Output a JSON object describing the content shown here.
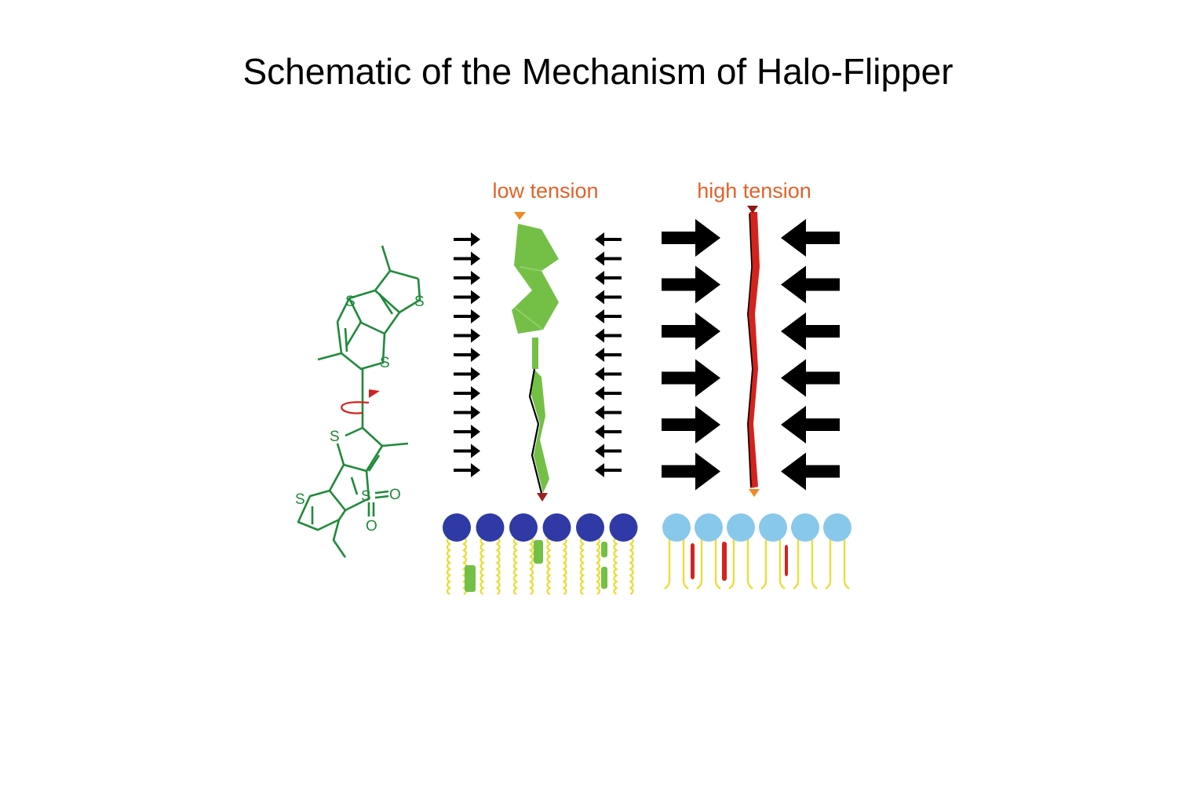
{
  "title": "Schematic of the Mechanism of Halo-Flipper",
  "panels": {
    "low": {
      "label": "low tension",
      "probe_color": "#74c046",
      "head_color": "#2f3aa6"
    },
    "high": {
      "label": "high tension",
      "probe_color": "#d4231c",
      "head_color": "#88c8ea"
    }
  },
  "label_color": "#e0622a",
  "molecule": {
    "color": "#1f8a3a",
    "rotation_arrow_color": "#d42020",
    "atoms": {
      "sulfur": "S",
      "oxygen": "O"
    }
  },
  "colors": {
    "tail": "#e8de3a",
    "arrow": "#000000"
  }
}
